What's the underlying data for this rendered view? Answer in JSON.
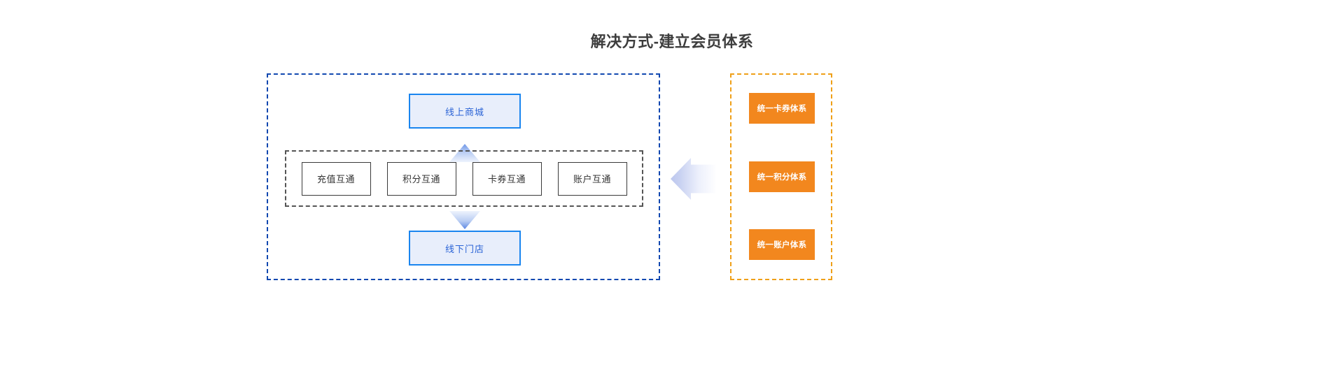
{
  "page": {
    "title": "解决方式-建立会员体系",
    "background": "#ffffff"
  },
  "colors": {
    "blue_dash_border": "#1148b0",
    "blue_box_border": "#1a85ef",
    "blue_box_fill": "#e8eefb",
    "blue_box_text": "#2a63d6",
    "gray_dash_border": "#555555",
    "interop_box_border": "#3a3a3a",
    "interop_box_text": "#333333",
    "orange_dash_border": "#efa019",
    "orange_box_fill": "#f2871e",
    "orange_box_text": "#ffffff",
    "title_text": "#3d3d3d",
    "arrow_gradient_from": "#bcc7ee",
    "arrow_gradient_to": "#ffffff"
  },
  "left_panel": {
    "name": "membership-channel-panel",
    "top_channel": {
      "label": "线上商城"
    },
    "bottom_channel": {
      "label": "线下门店"
    },
    "arrow_up": {
      "icon": "triangle-up-icon"
    },
    "arrow_down": {
      "icon": "triangle-down-icon"
    },
    "interop_group": {
      "items": [
        {
          "label": "充值互通"
        },
        {
          "label": "积分互通"
        },
        {
          "label": "卡券互通"
        },
        {
          "label": "账户互通"
        }
      ]
    }
  },
  "connector": {
    "icon": "arrow-left-icon",
    "direction": "left"
  },
  "right_panel": {
    "name": "unified-systems-panel",
    "items": [
      {
        "label": "统一卡券体系"
      },
      {
        "label": "统一积分体系"
      },
      {
        "label": "统一账户体系"
      }
    ]
  }
}
